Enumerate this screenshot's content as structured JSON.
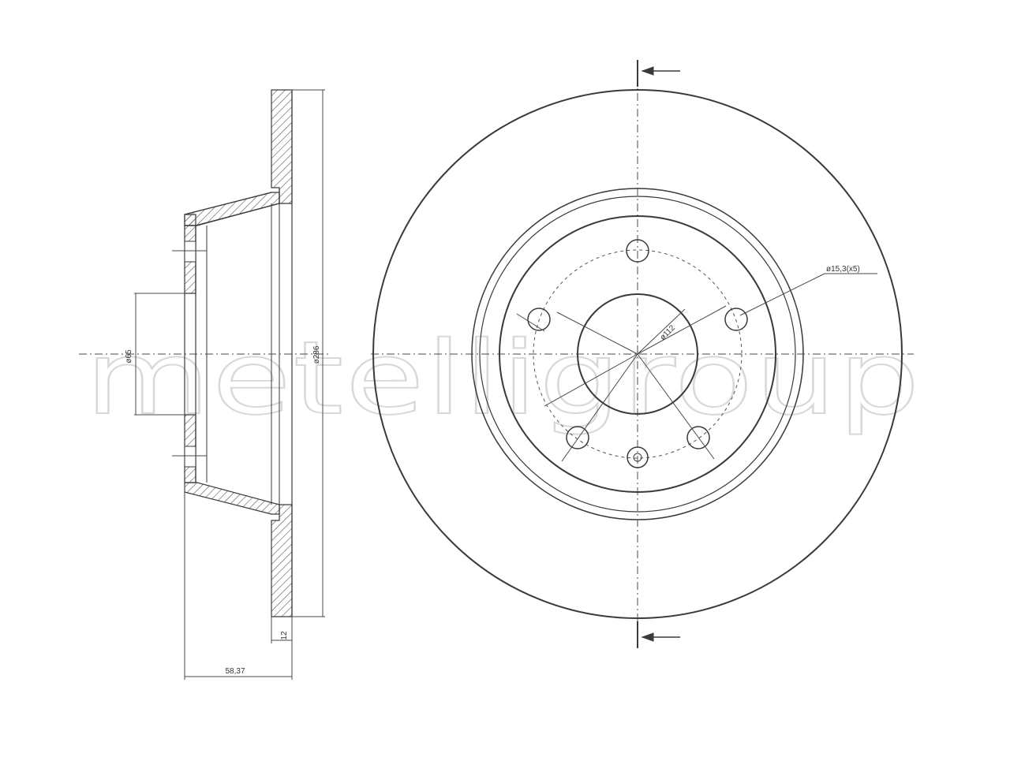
{
  "watermark": "metelligroup",
  "dimensions": {
    "outer_diameter": "ø286",
    "center_bore": "ø65",
    "bolt_circle": "ø112",
    "bolt_holes": "ø15,3(x5)",
    "thickness": "12",
    "total_height": "58,37"
  },
  "colors": {
    "line": "#3a3a3a",
    "hatch": "#555555",
    "watermark": "#d8d8d8"
  }
}
